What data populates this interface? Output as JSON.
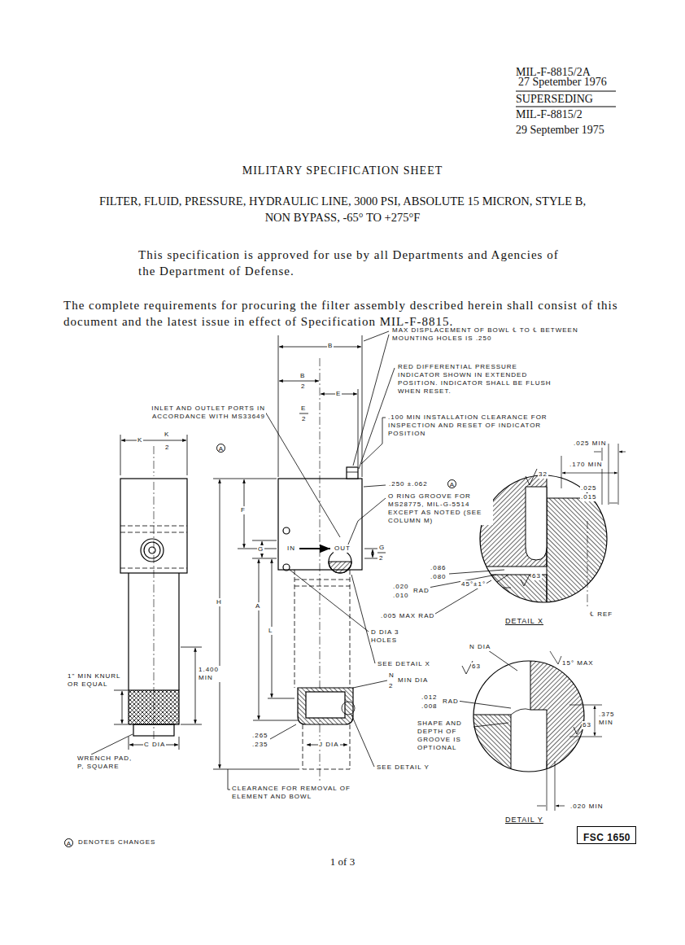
{
  "diagram": {
    "title": "FILTER, FLUID, PRESSURE, HYDRAULIC LINE, 3000 PSI, ABSOLUTE 15 MICRON, STYLE B, NON BYPASS, -65° TO +275°F",
    "nodes": [
      {
        "text": [
          "FSC 1650"
        ]
      }
    ],
    "labels": [
      "MIL-F-8815/2A",
      "27 Spetember 1976",
      "SUPERSEDING",
      "MIL-F-8815/2",
      "29 September 1975",
      "MILITARY SPECIFICATION SHEET",
      "This specification is approved for use by all Departments and Agencies of the Department of Defense.",
      "The complete requirements for procuring the filter assembly described herein shall consist of this document and the latest issue in effect of Specification MIL-F-8815.",
      "MAX DISPLACEMENT OF BOWL ℄ TO ℄ BETWEEN MOUNTING HOLES IS .250",
      "B",
      "B",
      "2",
      "E",
      "E",
      "2",
      "RED DIFFERENTIAL PRESSURE INDICATOR SHOWN IN EXTENDED POSITION. INDICATOR SHALL BE FLUSH WHEN RESET.",
      "INLET AND OUTLET PORTS IN ACCORDANCE WITH MS33649",
      ".100 MIN INSTALLATION CLEARANCE FOR INSPECTION AND RESET OF INDICATOR POSITION",
      "K",
      "K",
      "2",
      "A",
      ".025 MIN",
      ".170 MIN",
      "32",
      ".025",
      ".015",
      ".250 ±.062",
      "A",
      "O RING GROOVE FOR MS28775, MIL-G-5514 EXCEPT AS NOTED (SEE COLUMN M)",
      "F",
      "G",
      "IN",
      "OUT",
      "G",
      "2",
      "H",
      "A",
      "L",
      ".086",
      ".080",
      ".020",
      "RAD",
      ".010",
      "45°±1°",
      "63",
      ".005 MAX RAD",
      "DETAIL X",
      "℄ REF",
      "D DIA 3 HOLES",
      "SEE DETAIL X",
      "N",
      "2",
      "MIN DIA",
      "N DIA",
      "63",
      "15° MAX",
      ".012",
      ".008",
      "RAD",
      "SHAPE AND DEPTH OF GROOVE IS OPTIONAL",
      ".375 MIN",
      "63",
      ".020 MIN",
      "DETAIL Y",
      "1.400 MIN",
      "1\" MIN KNURL OR EQUAL",
      "C DIA",
      "WRENCH PAD, P, SQUARE",
      ".265",
      ".235",
      "J DIA",
      "SEE DETAIL Y",
      "CLEARANCE FOR REMOVAL OF ELEMENT AND BOWL",
      "A",
      "DENOTES CHANGES",
      "1 of 3"
    ]
  }
}
